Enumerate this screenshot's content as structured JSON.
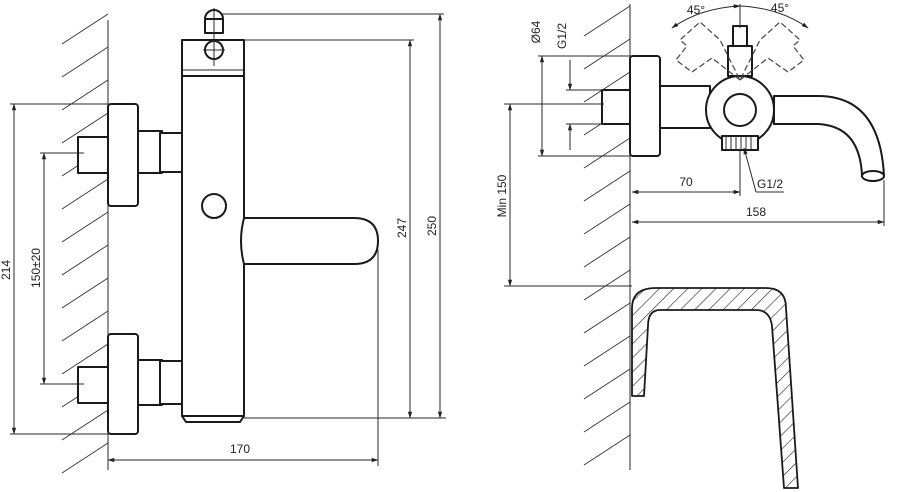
{
  "front_view": {
    "dim_height_total": "250",
    "dim_height_body": "247",
    "dim_outlet_span": "214",
    "dim_center_distance": "150±20",
    "dim_width": "170"
  },
  "side_view": {
    "dim_flange_diameter": "Ø64",
    "dim_inlet_thread": "G1/2",
    "dim_angle_left": "45°",
    "dim_angle_right": "45°",
    "dim_min_height": "Min 150",
    "dim_wall_to_body": "70",
    "dim_outlet_thread": "G1/2",
    "dim_projection": "158"
  }
}
